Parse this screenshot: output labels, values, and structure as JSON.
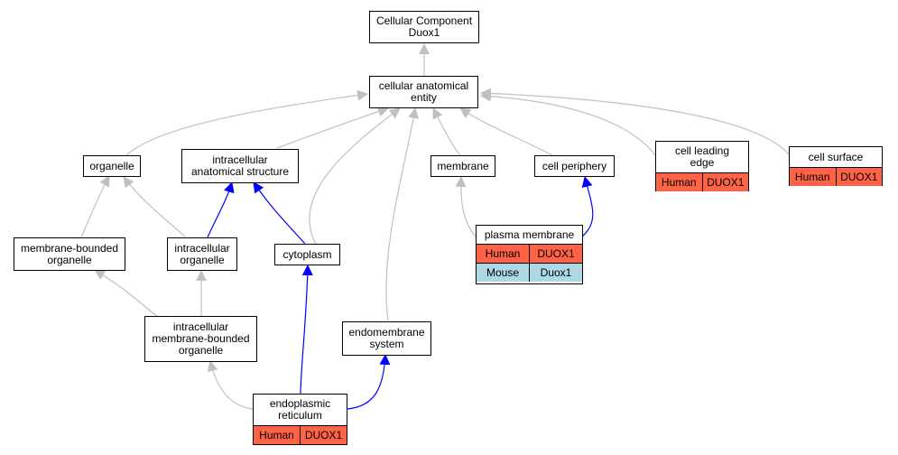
{
  "colors": {
    "is_a_edge": "#c0c0c0",
    "part_of_edge": "#0000ff",
    "human_row": "#ff6347",
    "mouse_row": "#add8e6"
  },
  "nodes": {
    "root": {
      "line1": "Cellular Component",
      "line2": "Duox1"
    },
    "cellular_anatomical_entity": {
      "line1": "cellular anatomical",
      "line2": "entity"
    },
    "organelle": {
      "line1": "organelle"
    },
    "intracellular_anatomical_structure": {
      "line1": "intracellular",
      "line2": "anatomical structure"
    },
    "membrane": {
      "line1": "membrane"
    },
    "cell_periphery": {
      "line1": "cell periphery"
    },
    "cell_leading_edge": {
      "line1": "cell leading",
      "line2": "edge",
      "annotations": [
        {
          "species": "Human",
          "gene": "DUOX1"
        }
      ]
    },
    "cell_surface": {
      "line1": "cell surface",
      "annotations": [
        {
          "species": "Human",
          "gene": "DUOX1"
        }
      ]
    },
    "membrane_bounded_organelle": {
      "line1": "membrane-bounded",
      "line2": "organelle"
    },
    "intracellular_organelle": {
      "line1": "intracellular",
      "line2": "organelle"
    },
    "cytoplasm": {
      "line1": "cytoplasm"
    },
    "plasma_membrane": {
      "line1": "plasma membrane",
      "annotations": [
        {
          "species": "Human",
          "gene": "DUOX1"
        },
        {
          "species": "Mouse",
          "gene": "Duox1"
        }
      ]
    },
    "intracellular_membrane_bounded_organelle": {
      "line1": "intracellular",
      "line2": "membrane-bounded",
      "line3": "organelle"
    },
    "endomembrane_system": {
      "line1": "endomembrane",
      "line2": "system"
    },
    "endoplasmic_reticulum": {
      "line1": "endoplasmic",
      "line2": "reticulum",
      "annotations": [
        {
          "species": "Human",
          "gene": "DUOX1"
        }
      ]
    }
  }
}
